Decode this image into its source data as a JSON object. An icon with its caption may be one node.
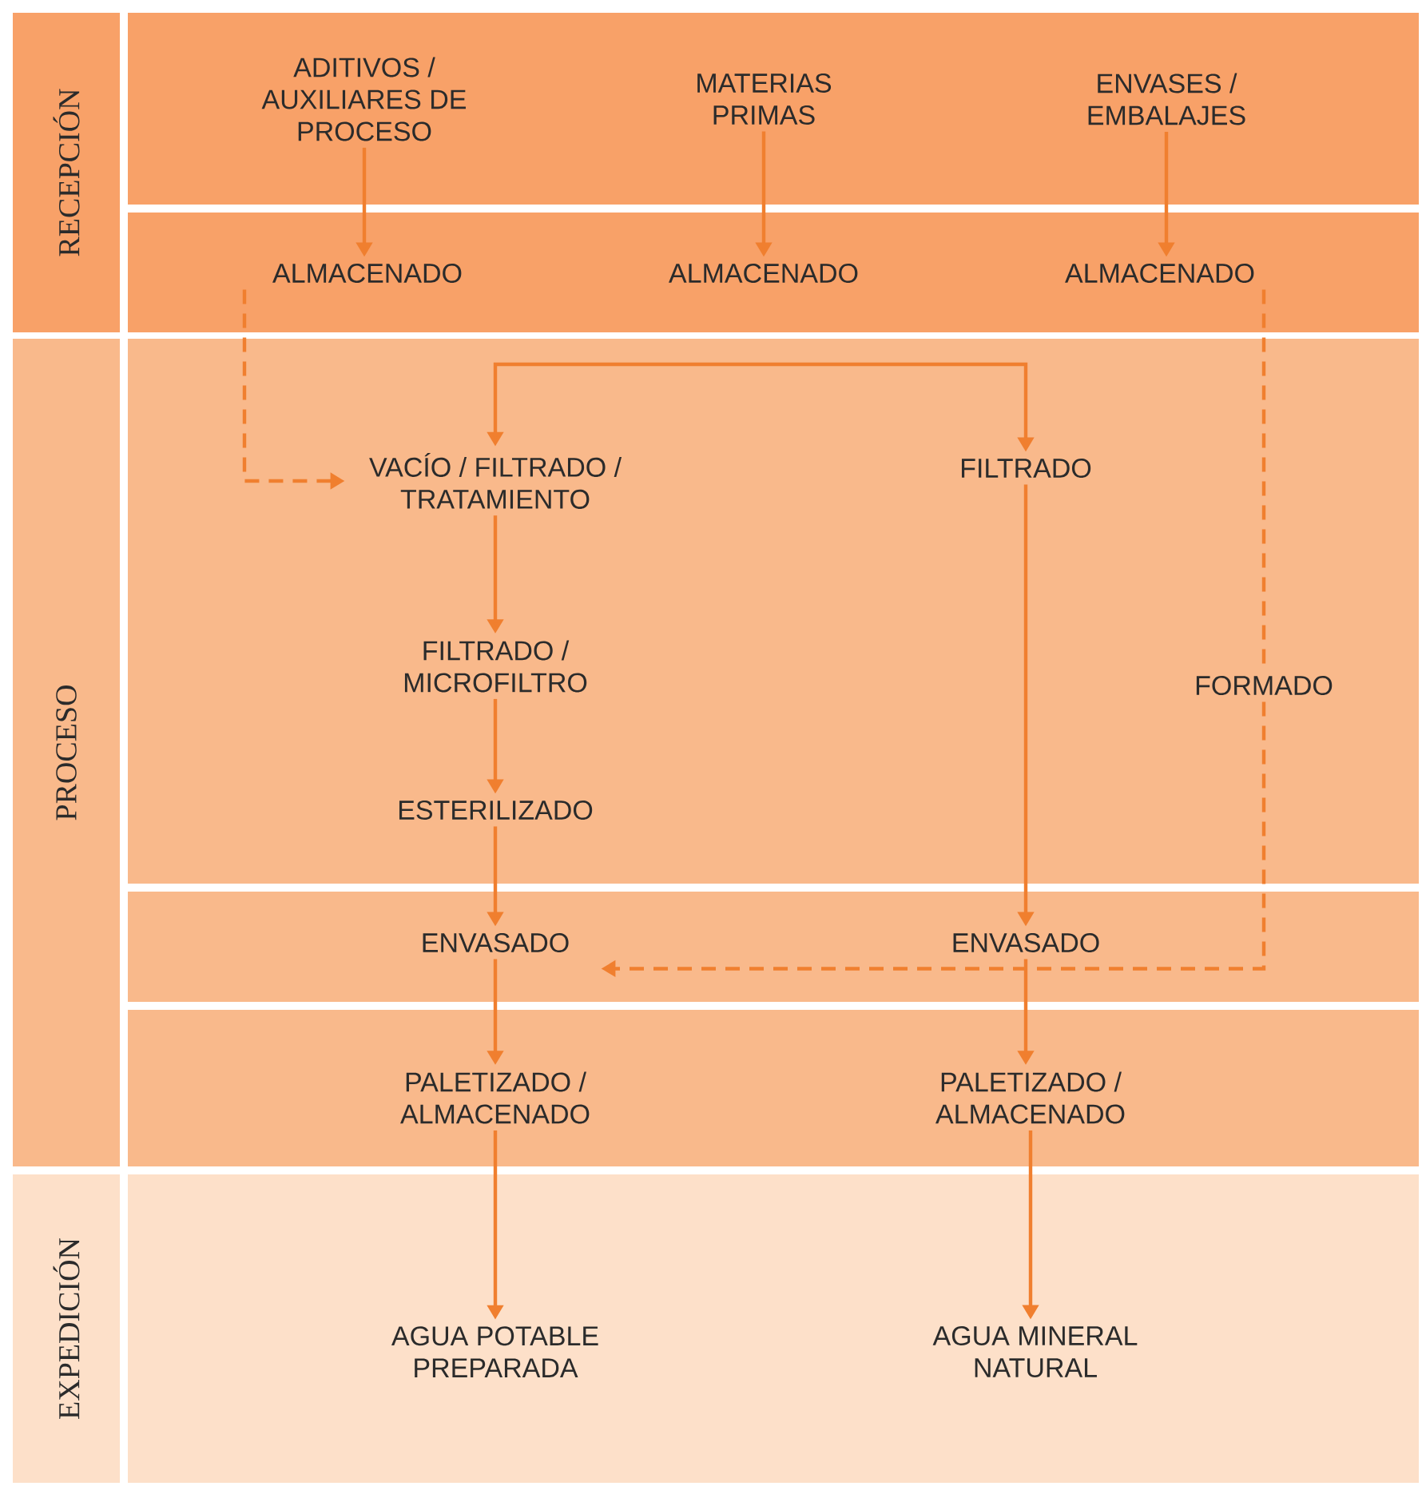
{
  "diagram": {
    "nodes": [
      {
        "text": [
          "RECEPCIÓN"
        ]
      },
      {
        "text": [
          "PROCESO"
        ]
      },
      {
        "text": [
          "EXPEDICIÓN"
        ]
      },
      {
        "text": [
          "ADITIVOS / AUXILIARES DE PROCESO"
        ]
      },
      {
        "text": [
          "MATERIAS PRIMAS"
        ]
      },
      {
        "text": [
          "ENVASES / EMBALAJES"
        ]
      },
      {
        "text": [
          "ALMACENADO"
        ]
      },
      {
        "text": [
          "ALMACENADO"
        ]
      },
      {
        "text": [
          "ALMACENADO"
        ]
      },
      {
        "text": [
          "VACÍO / FILTRADO / TRATAMIENTO"
        ]
      },
      {
        "text": [
          "FILTRADO"
        ]
      },
      {
        "text": [
          "FILTRADO / MICROFILTRO"
        ]
      },
      {
        "text": [
          "FORMADO"
        ]
      },
      {
        "text": [
          "ESTERILIZADO"
        ]
      },
      {
        "text": [
          "ENVASADO"
        ]
      },
      {
        "text": [
          "ENVASADO"
        ]
      },
      {
        "text": [
          "PALETIZADO / ALMACENADO"
        ]
      },
      {
        "text": [
          "PALETIZADO / ALMACENADO"
        ]
      },
      {
        "text": [
          "AGUA POTABLE PREPARADA"
        ]
      },
      {
        "text": [
          "AGUA MINERAL NATURAL"
        ]
      }
    ],
    "edges": [
      {
        "from": 3,
        "to": 6,
        "arrow": "to"
      },
      {
        "from": 4,
        "to": 7,
        "arrow": "to"
      },
      {
        "from": 5,
        "to": 8,
        "arrow": "to"
      },
      {
        "from": 6,
        "to": 9,
        "arrow": "to",
        "style": "dashed"
      },
      {
        "from": 9,
        "to": 10,
        "arrow": "both"
      },
      {
        "from": 9,
        "to": 11,
        "arrow": "to"
      },
      {
        "from": 11,
        "to": 13,
        "arrow": "to"
      },
      {
        "from": 13,
        "to": 14,
        "arrow": "to"
      },
      {
        "from": 10,
        "to": 15,
        "arrow": "to"
      },
      {
        "from": 8,
        "to": 12,
        "arrow": "none",
        "style": "dashed"
      },
      {
        "from": 12,
        "to": 14,
        "arrow": "to",
        "style": "dashed"
      },
      {
        "from": 14,
        "to": 16,
        "arrow": "to"
      },
      {
        "from": 15,
        "to": 17,
        "arrow": "to"
      },
      {
        "from": 16,
        "to": 18,
        "arrow": "to"
      },
      {
        "from": 17,
        "to": 19,
        "arrow": "to"
      }
    ]
  }
}
